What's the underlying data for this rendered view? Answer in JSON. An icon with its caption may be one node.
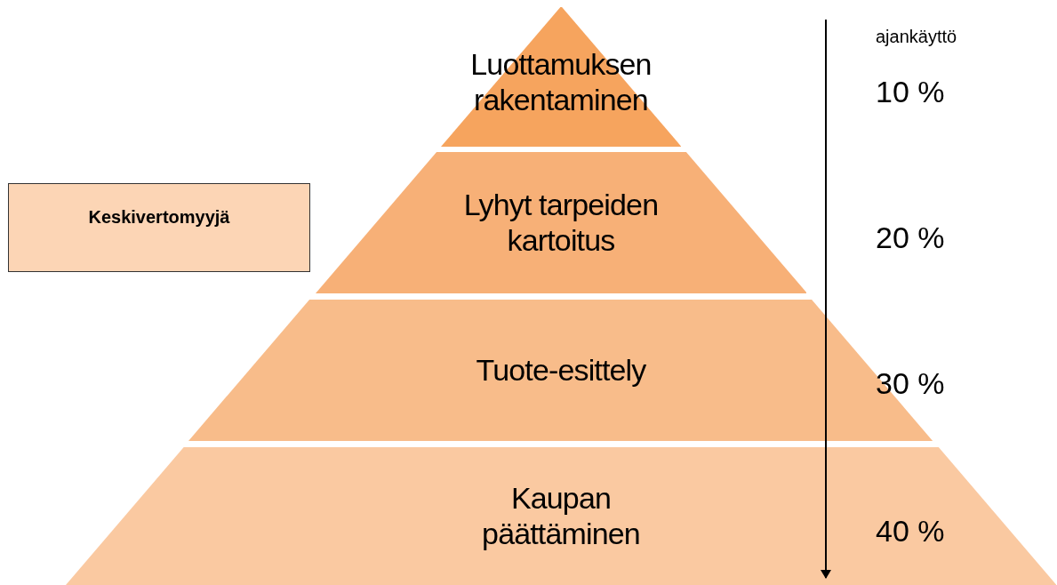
{
  "diagram": {
    "nodes": [
      {
        "text": [
          "Luottamuksen rakentaminen"
        ]
      },
      {
        "text": [
          "Lyhyt tarpeiden kartoitus"
        ]
      },
      {
        "text": [
          "Tuote-esittely"
        ]
      },
      {
        "text": [
          "Kaupan päättäminen"
        ]
      },
      {
        "text": [
          "Keskivertomyyjä"
        ]
      }
    ],
    "labels": [
      "ajankäyttö",
      "10 %",
      "20 %",
      "30 %",
      "40 %"
    ]
  }
}
